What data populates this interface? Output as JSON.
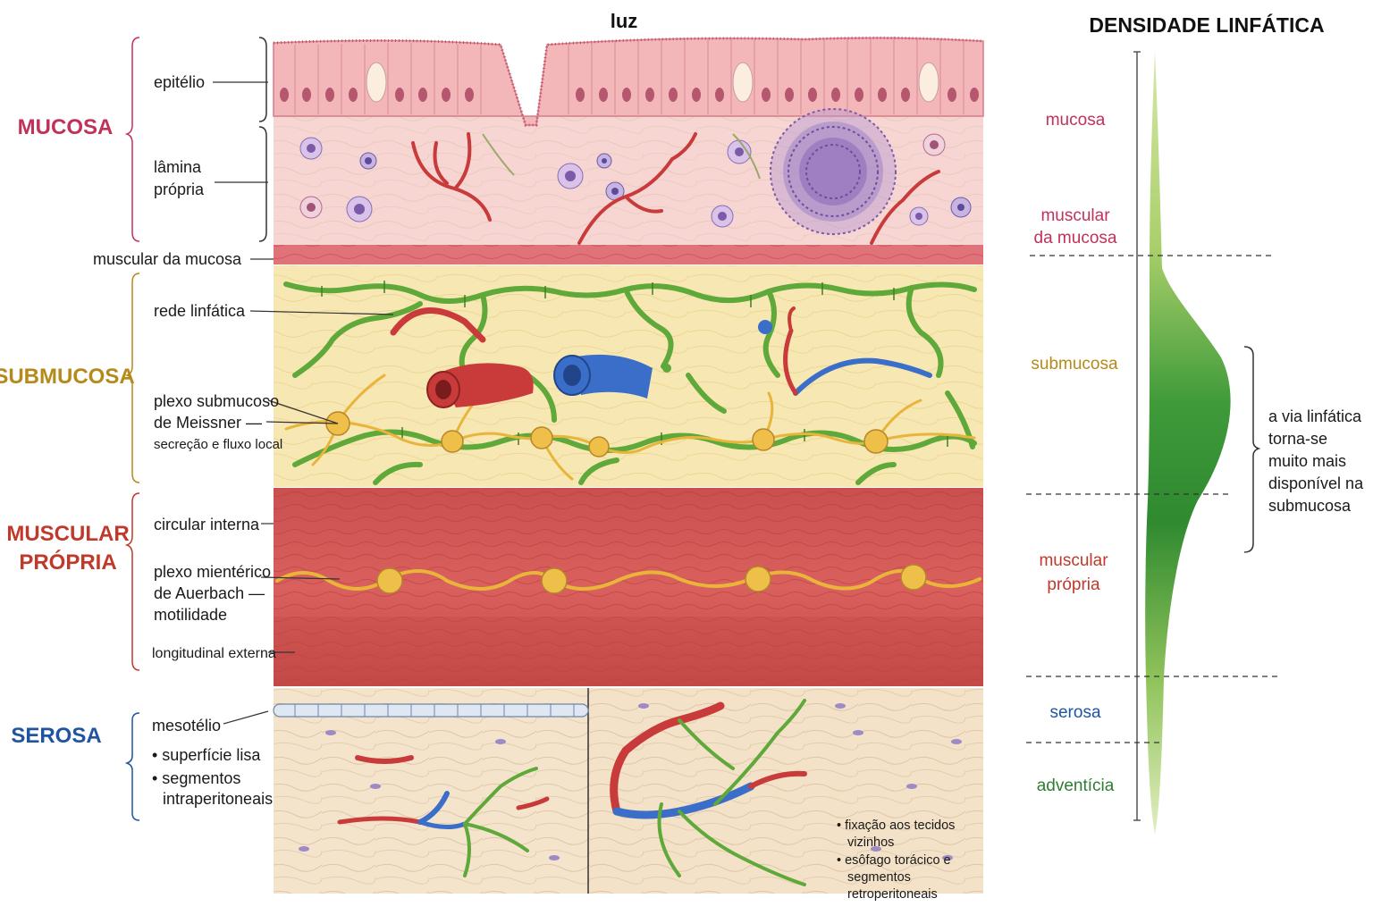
{
  "lumen_label": "luz",
  "layers": {
    "mucosa": "MUCOSA",
    "submucosa": "SUBMUCOSA",
    "muscularis_line1": "MUSCULAR",
    "muscularis_line2": "PRÓPRIA",
    "serosa": "SEROSA"
  },
  "callouts": {
    "epithelium": "epitélio",
    "lamina_line1": "lâmina",
    "lamina_line2": "própria",
    "muscularis_mucosae": "muscular da mucosa",
    "lymph_network": "rede linfática",
    "meissner_line1": "plexo submucoso",
    "meissner_line2": "de Meissner —",
    "meissner_line3": "secreção e fluxo local",
    "circular": "circular interna",
    "auerbach_line1": "plexo mientérico",
    "auerbach_line2": "de Auerbach —",
    "auerbach_line3": "motilidade",
    "longitudinal": "longitudinal externa",
    "mesothelium": "mesotélio",
    "serosa_b1": "• superfície lisa",
    "serosa_b2_line1": "• segmentos",
    "serosa_b2_line2": "intraperitoneais",
    "adv_b1_line1": "• fixação aos tecidos",
    "adv_b1_line2": "vizinhos",
    "adv_b2_line1": "• esôfago torácico e",
    "adv_b2_line2": "segmentos",
    "adv_b2_line3": "retroperitoneais"
  },
  "density_panel": {
    "title": "DENSIDADE LINFÁTICA",
    "mucosa": "mucosa",
    "muscularis_mucosae_line1": "muscular",
    "muscularis_mucosae_line2": "da mucosa",
    "submucosa": "submucosa",
    "muscularis_line1": "muscular",
    "muscularis_line2": "própria",
    "serosa": "serosa",
    "adventitia": "adventícia",
    "note_line1": "a via linfática",
    "note_line2": "torna-se",
    "note_line3": "muito mais",
    "note_line4": "disponível na",
    "note_line5": "submucosa"
  },
  "colors": {
    "mucosa": "#c0325a",
    "submucosa": "#b58a1a",
    "muscularis": "#c0392b",
    "serosa": "#1f55a0",
    "adventitia": "#2e7d32",
    "lymph_green": "#5fa83a",
    "nerve_yellow": "#e8b53a",
    "artery_red": "#c93a3a",
    "vein_blue": "#3a6ec9"
  }
}
